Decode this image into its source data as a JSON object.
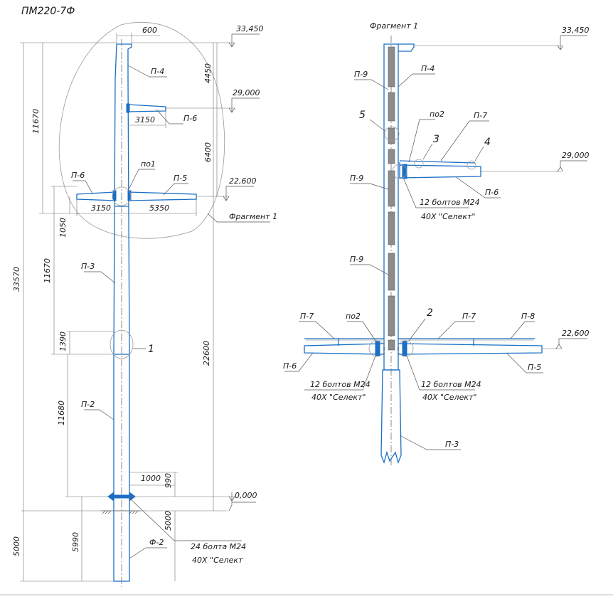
{
  "title": "ПМ220-7Ф",
  "fragment_title": "Фрагмент 1",
  "left_view": {
    "parts": {
      "p4": "П-4",
      "p6_top": "П-6",
      "p6_left": "П-6",
      "p5": "П-5",
      "p3": "П-3",
      "p2": "П-2",
      "f2": "Ф-2",
      "uzel1": "по1",
      "callout1": "1",
      "fragment_ref": "Фрагмент 1"
    },
    "dims": {
      "top_width": "600",
      "d3150_top": "3150",
      "d3150_left": "3150",
      "d5350": "5350",
      "d4450": "4450",
      "d6400": "6400",
      "d11670_top": "11670",
      "d33570": "33570",
      "d1050": "1050",
      "d11670_mid": "11670",
      "d22600": "22600",
      "d1390": "1390",
      "d11680": "11680",
      "d1000": "1000",
      "d990": "990",
      "d5000_right": "5000",
      "d5990": "5990",
      "d5000_left": "5000"
    },
    "levels": {
      "top": "33,450",
      "upper_arm": "29,000",
      "lower_arm": "22,600",
      "ground": "0,000"
    },
    "bolts": {
      "line1": "24 болта М24",
      "line2": "40Х \"Селект"
    }
  },
  "fragment_view": {
    "parts": {
      "p9_top": "П-9",
      "p4": "П-4",
      "uzel2_top": "по2",
      "p7_top": "П-7",
      "callout5": "5",
      "callout3": "3",
      "callout4": "4",
      "p9_mid": "П-9",
      "p6_right": "П-6",
      "p9_low": "П-9",
      "p7_left": "П-7",
      "uzel2_low": "по2",
      "callout2": "2",
      "p7_right": "П-7",
      "p8": "П-8",
      "p6_left": "П-6",
      "p5": "П-5",
      "p3": "П-3"
    },
    "levels": {
      "top": "33,450",
      "upper_arm": "29,000",
      "lower_arm": "22,600"
    },
    "bolts_upper": {
      "line1": "12 болтов М24",
      "line2": "40Х \"Селект\""
    },
    "bolts_left": {
      "line1": "12 болтов М24",
      "line2": "40Х \"Селект\""
    },
    "bolts_right": {
      "line1": "12 болтов М24",
      "line2": "40Х \"Селект\""
    }
  }
}
